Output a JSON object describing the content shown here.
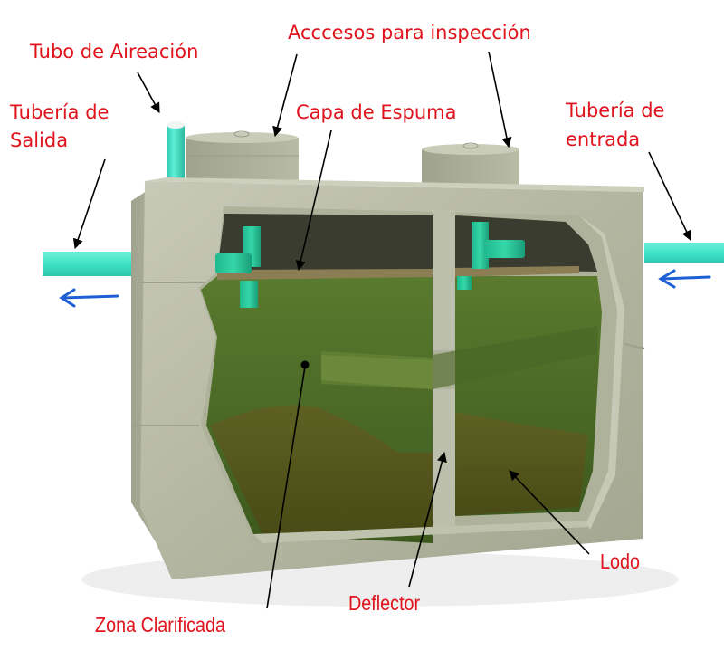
{
  "diagram": {
    "subject": "Septic tank cutaway (tanque séptico)",
    "label_color": "#e0141c",
    "arrow_color": "#000000",
    "flow_arrow_color": "#1e5fd6",
    "pipe_color": "#3fe3c8",
    "concrete_color": "#b9bca8",
    "liquid_color": "#4e6a28",
    "sludge_color": "#55561c",
    "labels": {
      "aeration_pipe": "Tubo de Aireación",
      "inspection_access": "Acccesos para inspección",
      "outlet_pipe_line1": "Tubería de",
      "outlet_pipe_line2": "Salida",
      "scum_layer": "Capa de Espuma",
      "inlet_pipe_line1": "Tubería de",
      "inlet_pipe_line2": "entrada",
      "sludge": "Lodo",
      "deflector": "Deflector",
      "clarified_zone": "Zona Clarificada"
    },
    "flow": {
      "outlet_direction": "left",
      "inlet_direction": "left"
    }
  }
}
